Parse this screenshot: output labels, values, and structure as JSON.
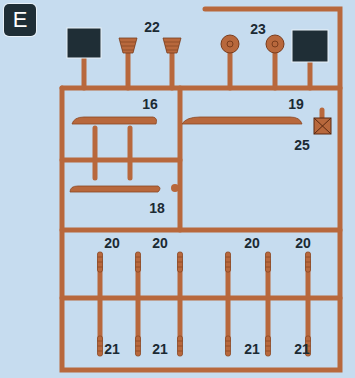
{
  "diagram": {
    "nodes": [
      {
        "text": [
          "E"
        ]
      }
    ],
    "labels": [
      "22",
      "23",
      "16",
      "19",
      "25",
      "18",
      "20",
      "20",
      "20",
      "20",
      "21",
      "21",
      "21",
      "21"
    ]
  }
}
